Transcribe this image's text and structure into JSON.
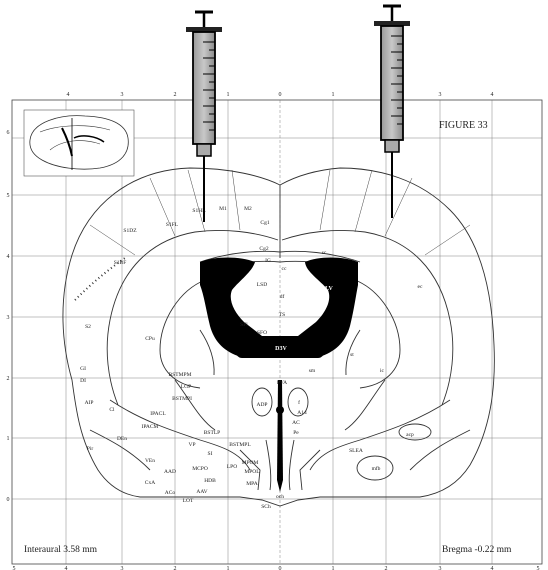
{
  "figure": {
    "title": "FIGURE 33",
    "interaural": "Interaural 3.58 mm",
    "bregma": "Bregma -0.22 mm",
    "ruler_top": [
      "4",
      "3",
      "2",
      "1",
      "0",
      "1",
      "2",
      "3",
      "4"
    ],
    "ruler_bottom": [
      "5",
      "4",
      "3",
      "2",
      "1",
      "0",
      "1",
      "2",
      "3",
      "4",
      "5"
    ],
    "ruler_side": [
      "6",
      "5",
      "4",
      "3",
      "2",
      "1",
      "0"
    ]
  },
  "regions": {
    "m1": "M1",
    "m2": "M2",
    "cg1": "Cg1",
    "cg2": "Cg2",
    "s1fl": "S1FL",
    "s1dz": "S1DZ",
    "s1bf": "S1BF",
    "s1hl": "S1HL",
    "s2": "S2",
    "cpu": "CPu",
    "gi": "GI",
    "di": "DI",
    "aip": "AIP",
    "cl": "Cl",
    "lv": "LV",
    "d3v": "D3V",
    "lsd": "LSD",
    "ts": "TS",
    "sfi": "SFi",
    "sfo": "SFO",
    "bstmpm": "BSTMPM",
    "lgp": "LGP",
    "bstmpi": "BSTMPI",
    "bstlp": "BSTLP",
    "ipacl": "IPACL",
    "ipacm": "IPACM",
    "vp": "VP",
    "si": "SI",
    "bstmpl": "BSTMPL",
    "pva": "PVA",
    "adp": "ADP",
    "ac": "AC",
    "f": "f",
    "a14": "A14",
    "slea": "SLEA",
    "mpom": "MPOM",
    "mpol": "MPOL",
    "mpa": "MPA",
    "lpo": "LPO",
    "mcpo": "MCPO",
    "hdb": "HDB",
    "aav": "AAV",
    "aad": "AAD",
    "cxa": "CxA",
    "aco": "ACo",
    "lot": "LOT",
    "sch": "SCh",
    "pir": "Pir",
    "den": "DEn",
    "vep": "VEn",
    "st": "st",
    "sm": "sm",
    "cc": "cc",
    "ec": "ec",
    "ic": "ic",
    "mfb": "mfb",
    "acp": "acp",
    "och": "och",
    "df": "df",
    "ig": "IG",
    "pe": "Pe",
    "sc": "sc"
  },
  "syringes": [
    {
      "name": "left-syringe"
    },
    {
      "name": "right-syringe"
    }
  ]
}
